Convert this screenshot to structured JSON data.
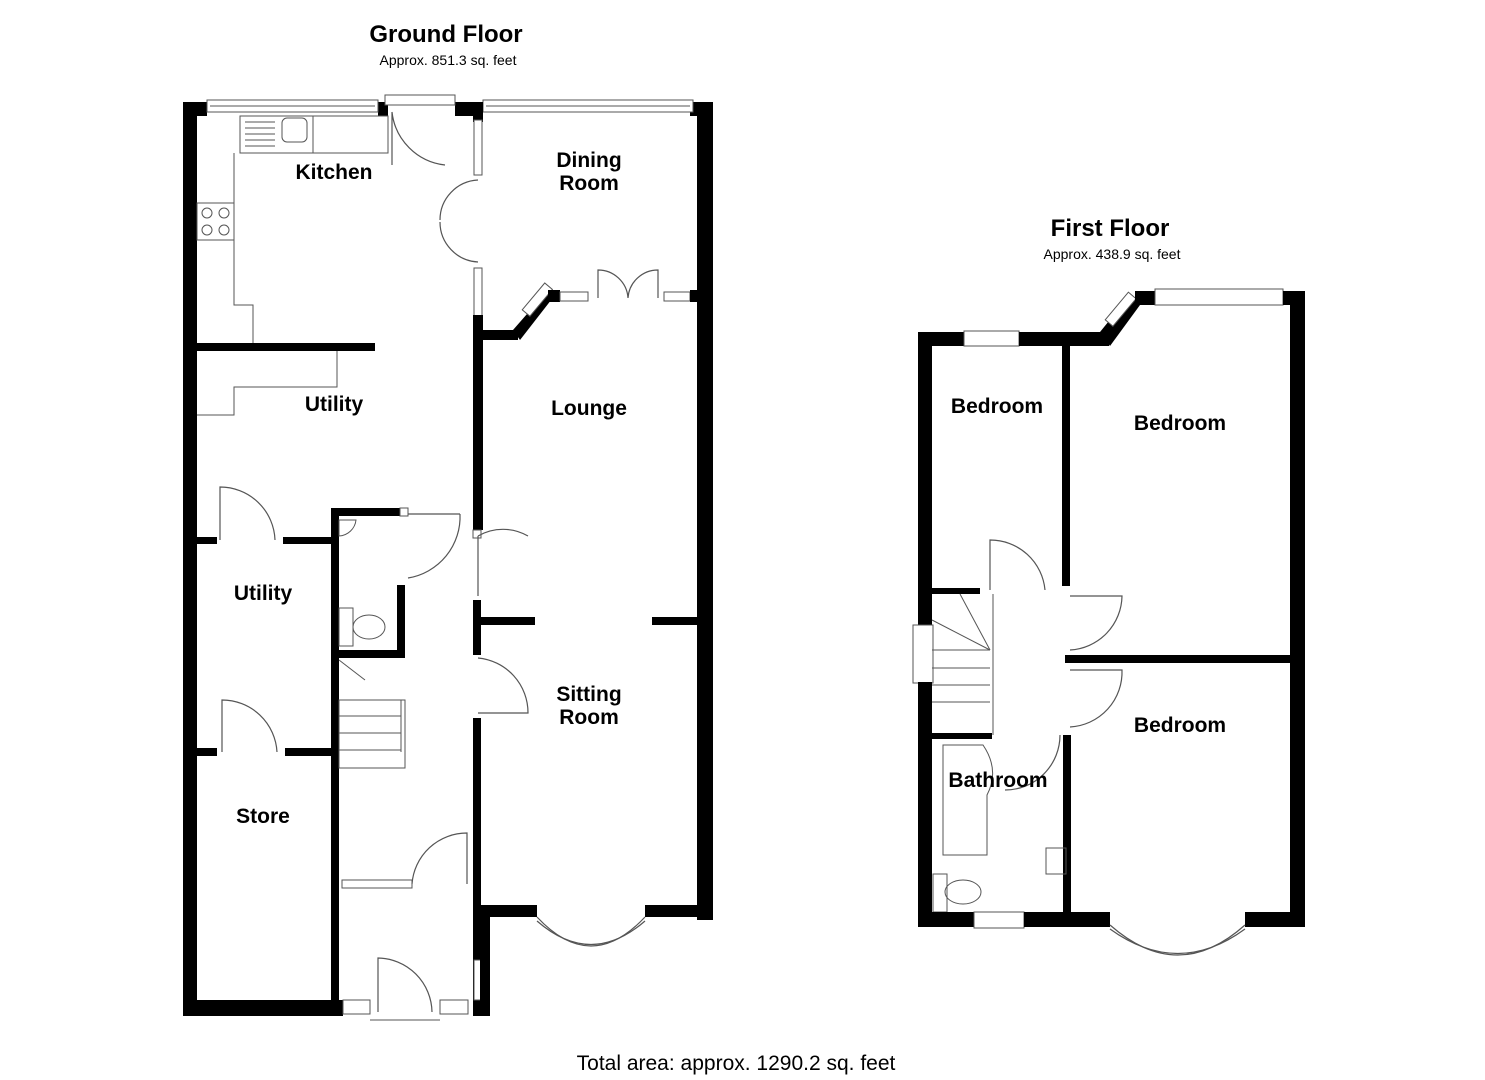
{
  "ground_floor": {
    "title": "Ground Floor",
    "area": "Approx. 851.3 sq. feet",
    "rooms": [
      {
        "name": "Kitchen",
        "line2": ""
      },
      {
        "name": "Dining",
        "line2": "Room"
      },
      {
        "name": "Utility",
        "line2": ""
      },
      {
        "name": "Lounge",
        "line2": ""
      },
      {
        "name": "Utility",
        "line2": ""
      },
      {
        "name": "Sitting",
        "line2": "Room"
      },
      {
        "name": "Store",
        "line2": ""
      }
    ]
  },
  "first_floor": {
    "title": "First Floor",
    "area": "Approx. 438.9 sq. feet",
    "rooms": [
      {
        "name": "Bedroom",
        "line2": ""
      },
      {
        "name": "Bedroom",
        "line2": ""
      },
      {
        "name": "Bedroom",
        "line2": ""
      },
      {
        "name": "Bathroom",
        "line2": ""
      }
    ]
  },
  "total_area": "Total area: approx. 1290.2 sq. feet",
  "colors": {
    "wall": "#000000",
    "fixture_line": "#555555",
    "background": "#ffffff"
  }
}
